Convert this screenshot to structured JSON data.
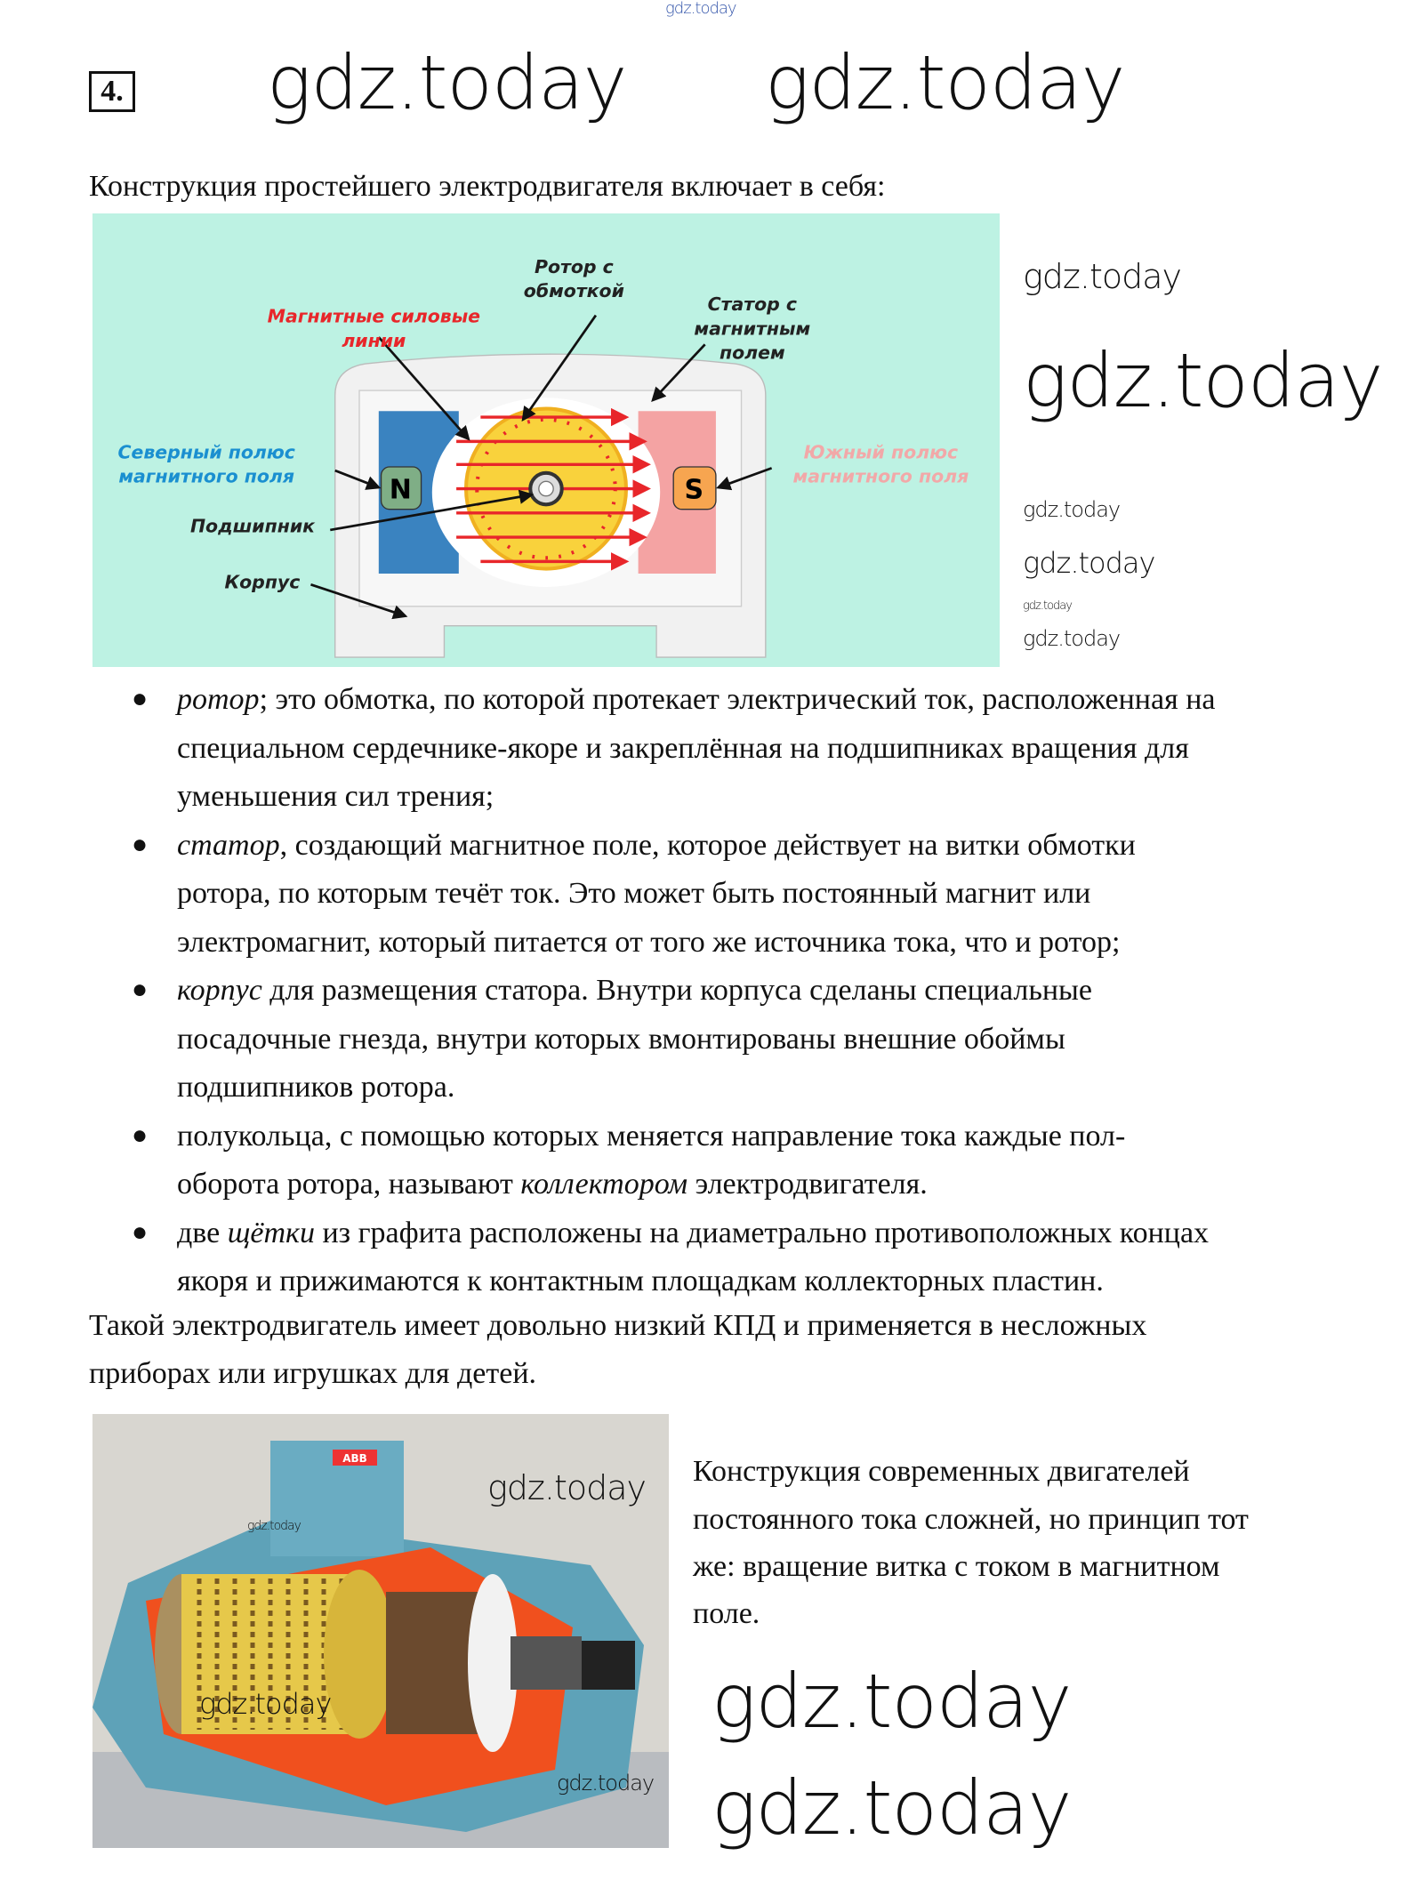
{
  "task_number": "4.",
  "intro": "Конструкция простейшего электродвигателя включает в себя:",
  "diagram": {
    "labels": {
      "rotor": [
        "Ротор с",
        "обмоткой"
      ],
      "field_lines": [
        "Магнитные силовые",
        "линии"
      ],
      "stator": [
        "Статор с",
        "магнитным",
        "полем"
      ],
      "north": [
        "Северный полюс",
        "магнитного поля"
      ],
      "south": [
        "Южный полюс",
        "магнитного поля"
      ],
      "bearing": "Подшипник",
      "housing": "Корпус",
      "n_letter": "N",
      "s_letter": "S"
    },
    "colors": {
      "background": "#bdf2e3",
      "north": "#3a83c0",
      "south": "#f4a3a3",
      "rotor": "#f9d23c",
      "lines": "#e8262a"
    }
  },
  "bullets": [
    [
      [
        [
          "i",
          "ротор"
        ],
        [
          "",
          "; это обмотка, по которой протекает электрический ток, расположенная на"
        ]
      ],
      [
        [
          "",
          "специальном сердечнике-якоре и закреплённая на подшипниках вращения для"
        ]
      ],
      [
        [
          "",
          "уменьшения сил трения;"
        ]
      ]
    ],
    [
      [
        [
          "i",
          "статор"
        ],
        [
          "",
          ", создающий магнитное поле, которое действует на витки обмотки"
        ]
      ],
      [
        [
          "",
          "ротора, по которым течёт ток. Это может быть постоянный магнит или"
        ]
      ],
      [
        [
          "",
          "электромагнит, который питается от того же источника тока, что и ротор;"
        ]
      ]
    ],
    [
      [
        [
          "i",
          "корпус"
        ],
        [
          "",
          " для размещения статора. Внутри корпуса сделаны специальные"
        ]
      ],
      [
        [
          "",
          "посадочные гнезда, внутри которых вмонтированы внешние обоймы"
        ]
      ],
      [
        [
          "",
          "подшипников ротора."
        ]
      ]
    ],
    [
      [
        [
          "",
          "полукольца, с помощью которых меняется направление тока каждые пол-"
        ]
      ],
      [
        [
          "",
          "оборота ротора, называют "
        ],
        [
          "i",
          "коллектором"
        ],
        [
          "",
          " электродвигателя."
        ]
      ]
    ],
    [
      [
        [
          "",
          "две "
        ],
        [
          "i",
          "щётки"
        ],
        [
          "",
          " из графита расположены на диаметрально противоположных концах"
        ]
      ],
      [
        [
          "",
          "якоря и прижимаются к контактным площадкам коллекторных пластин."
        ]
      ]
    ]
  ],
  "conclusion": [
    "Такой электродвигатель имеет довольно низкий КПД и применяется в несложных",
    "приборах или игрушках для детей."
  ],
  "side_text": [
    "Конструкция современных двигателей",
    "постоянного тока сложней, но принцип тот",
    "же: вращение витка с током в магнитном",
    "поле."
  ],
  "photo": {
    "brand": "ABB"
  },
  "watermark": "gdz.today"
}
